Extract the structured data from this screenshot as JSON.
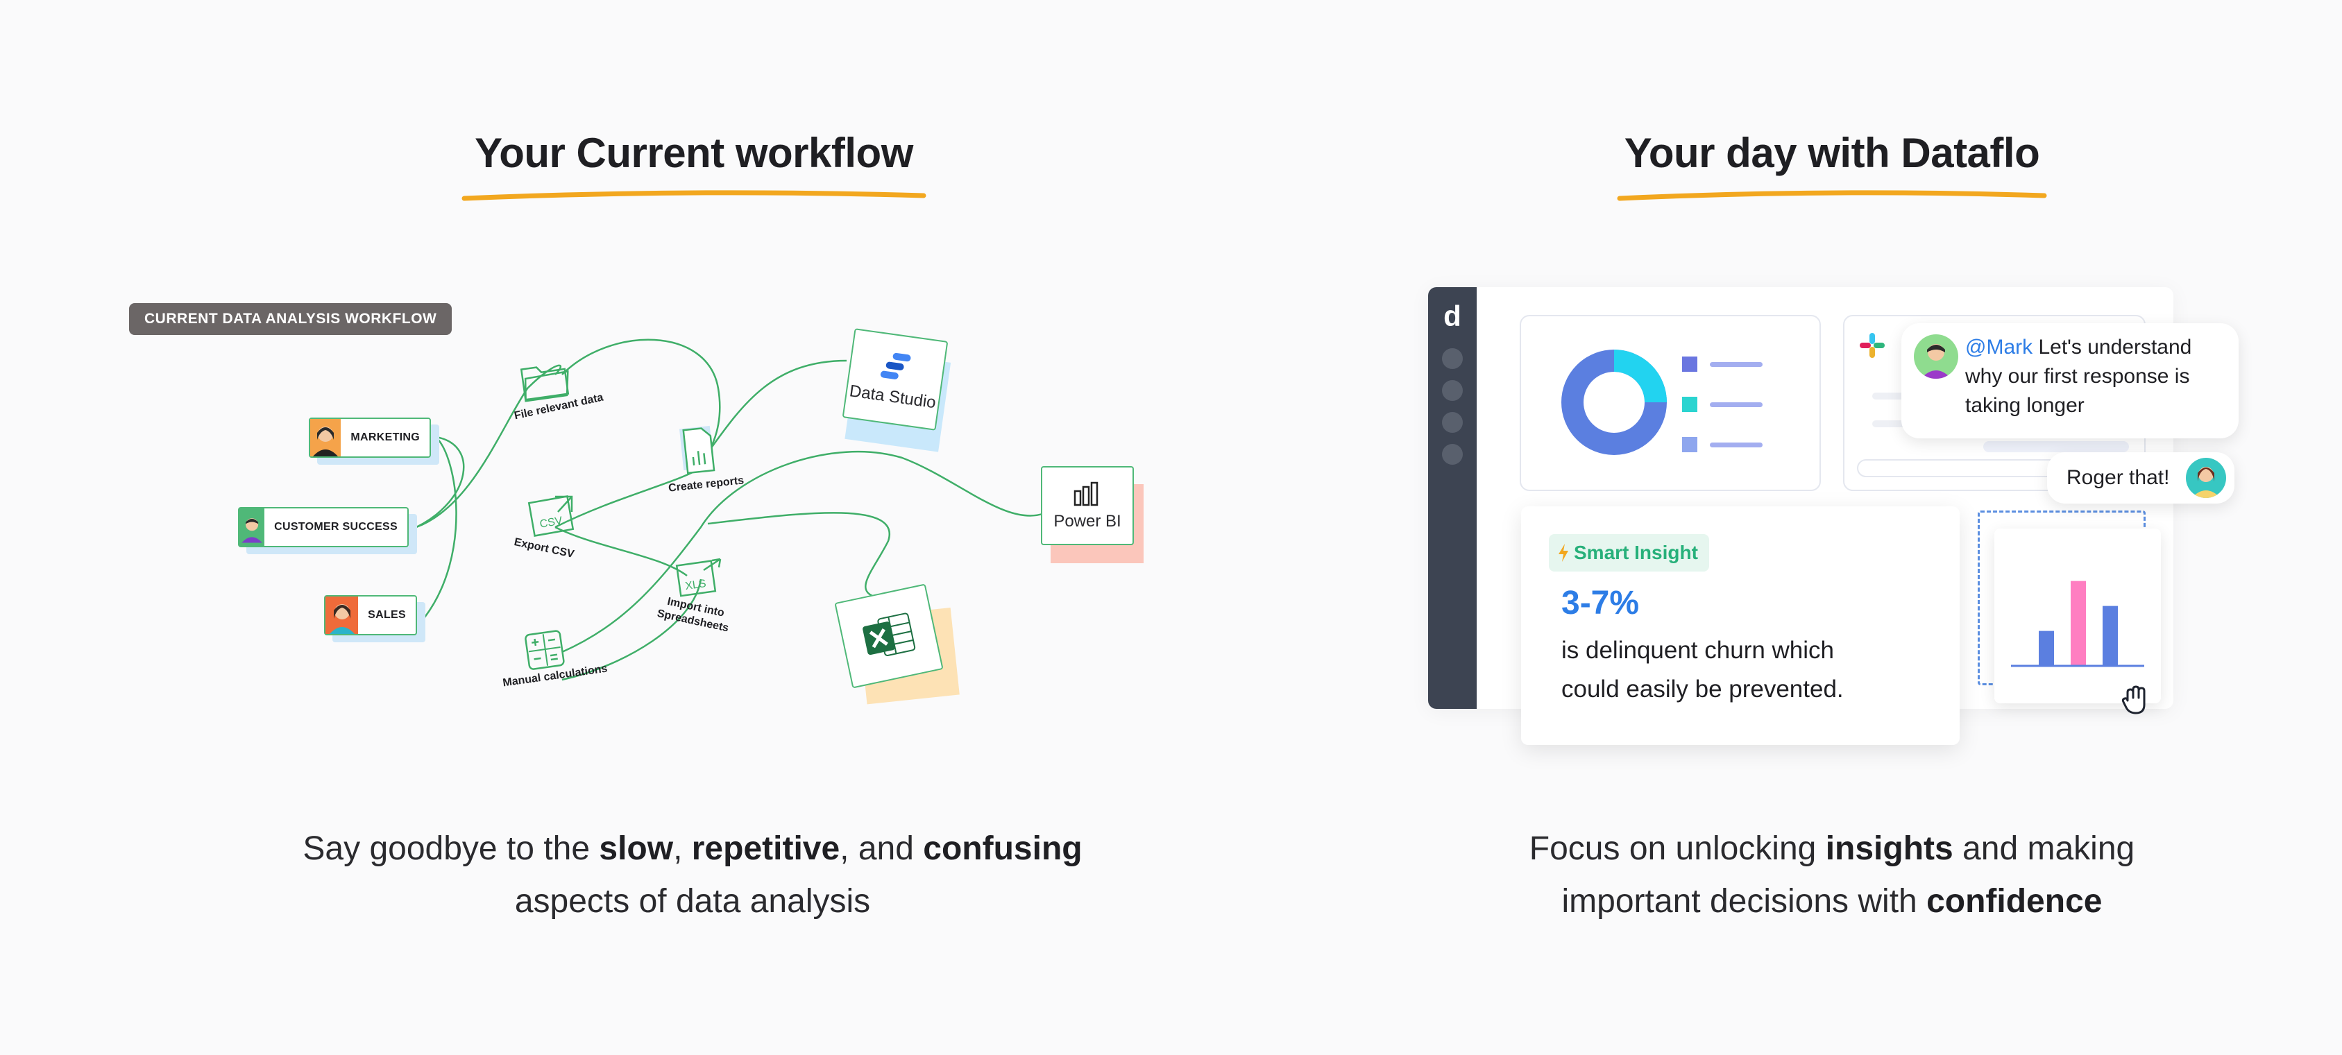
{
  "left": {
    "title": "Your Current workflow",
    "badge": "CURRENT DATA ANALYSIS WORKFLOW",
    "teams": [
      "MARKETING",
      "CUSTOMER SUCCESS",
      "SALES"
    ],
    "steps": {
      "file": "File relevant data",
      "reports": "Create reports",
      "csv": "Export CSV",
      "import_line1": "Import into",
      "import_line2": "Spreadsheets",
      "manual": "Manual calculations"
    },
    "tools": {
      "data_studio": "Data Studio",
      "power_bi": "Power BI"
    },
    "caption": {
      "p1": "Say goodbye to the ",
      "b1": "slow",
      "p2": ", ",
      "b2": "repetitive",
      "p3": ", and ",
      "b3": "confusing",
      "p4": "aspects of data analysis"
    }
  },
  "right": {
    "title": "Your day with Dataflo",
    "logo_letter": "d",
    "insight": {
      "tag": "Smart Insight",
      "value": "3-7%",
      "text_line1": "is delinquent churn which",
      "text_line2": "could easily be prevented."
    },
    "chat": {
      "mention": "@Mark",
      "line1": " Let's understand",
      "line2": "why our first response is",
      "line3": "taking longer",
      "reply": "Roger that!"
    },
    "caption": {
      "p1": "Focus on unlocking ",
      "b1": "insights",
      "p2": " and making",
      "p3": "important decisions with ",
      "b2": "confidence"
    }
  },
  "colors": {
    "accent_underline": "#f2a71f",
    "workflow_green": "#3fae68",
    "donut_blue": "#5b7fe0",
    "donut_cyan": "#22d3f0",
    "bar_pink": "#ff7ec1",
    "bar_blue": "#5b7fe0",
    "insight_green": "#27b07a",
    "value_blue": "#2d7de6",
    "sidebar_dark": "#3d4452"
  },
  "chart_data": {
    "type": "bar",
    "categories": [
      "",
      "",
      ""
    ],
    "values": [
      35,
      85,
      60
    ],
    "title": "",
    "xlabel": "",
    "ylabel": "",
    "ylim": [
      0,
      100
    ]
  }
}
